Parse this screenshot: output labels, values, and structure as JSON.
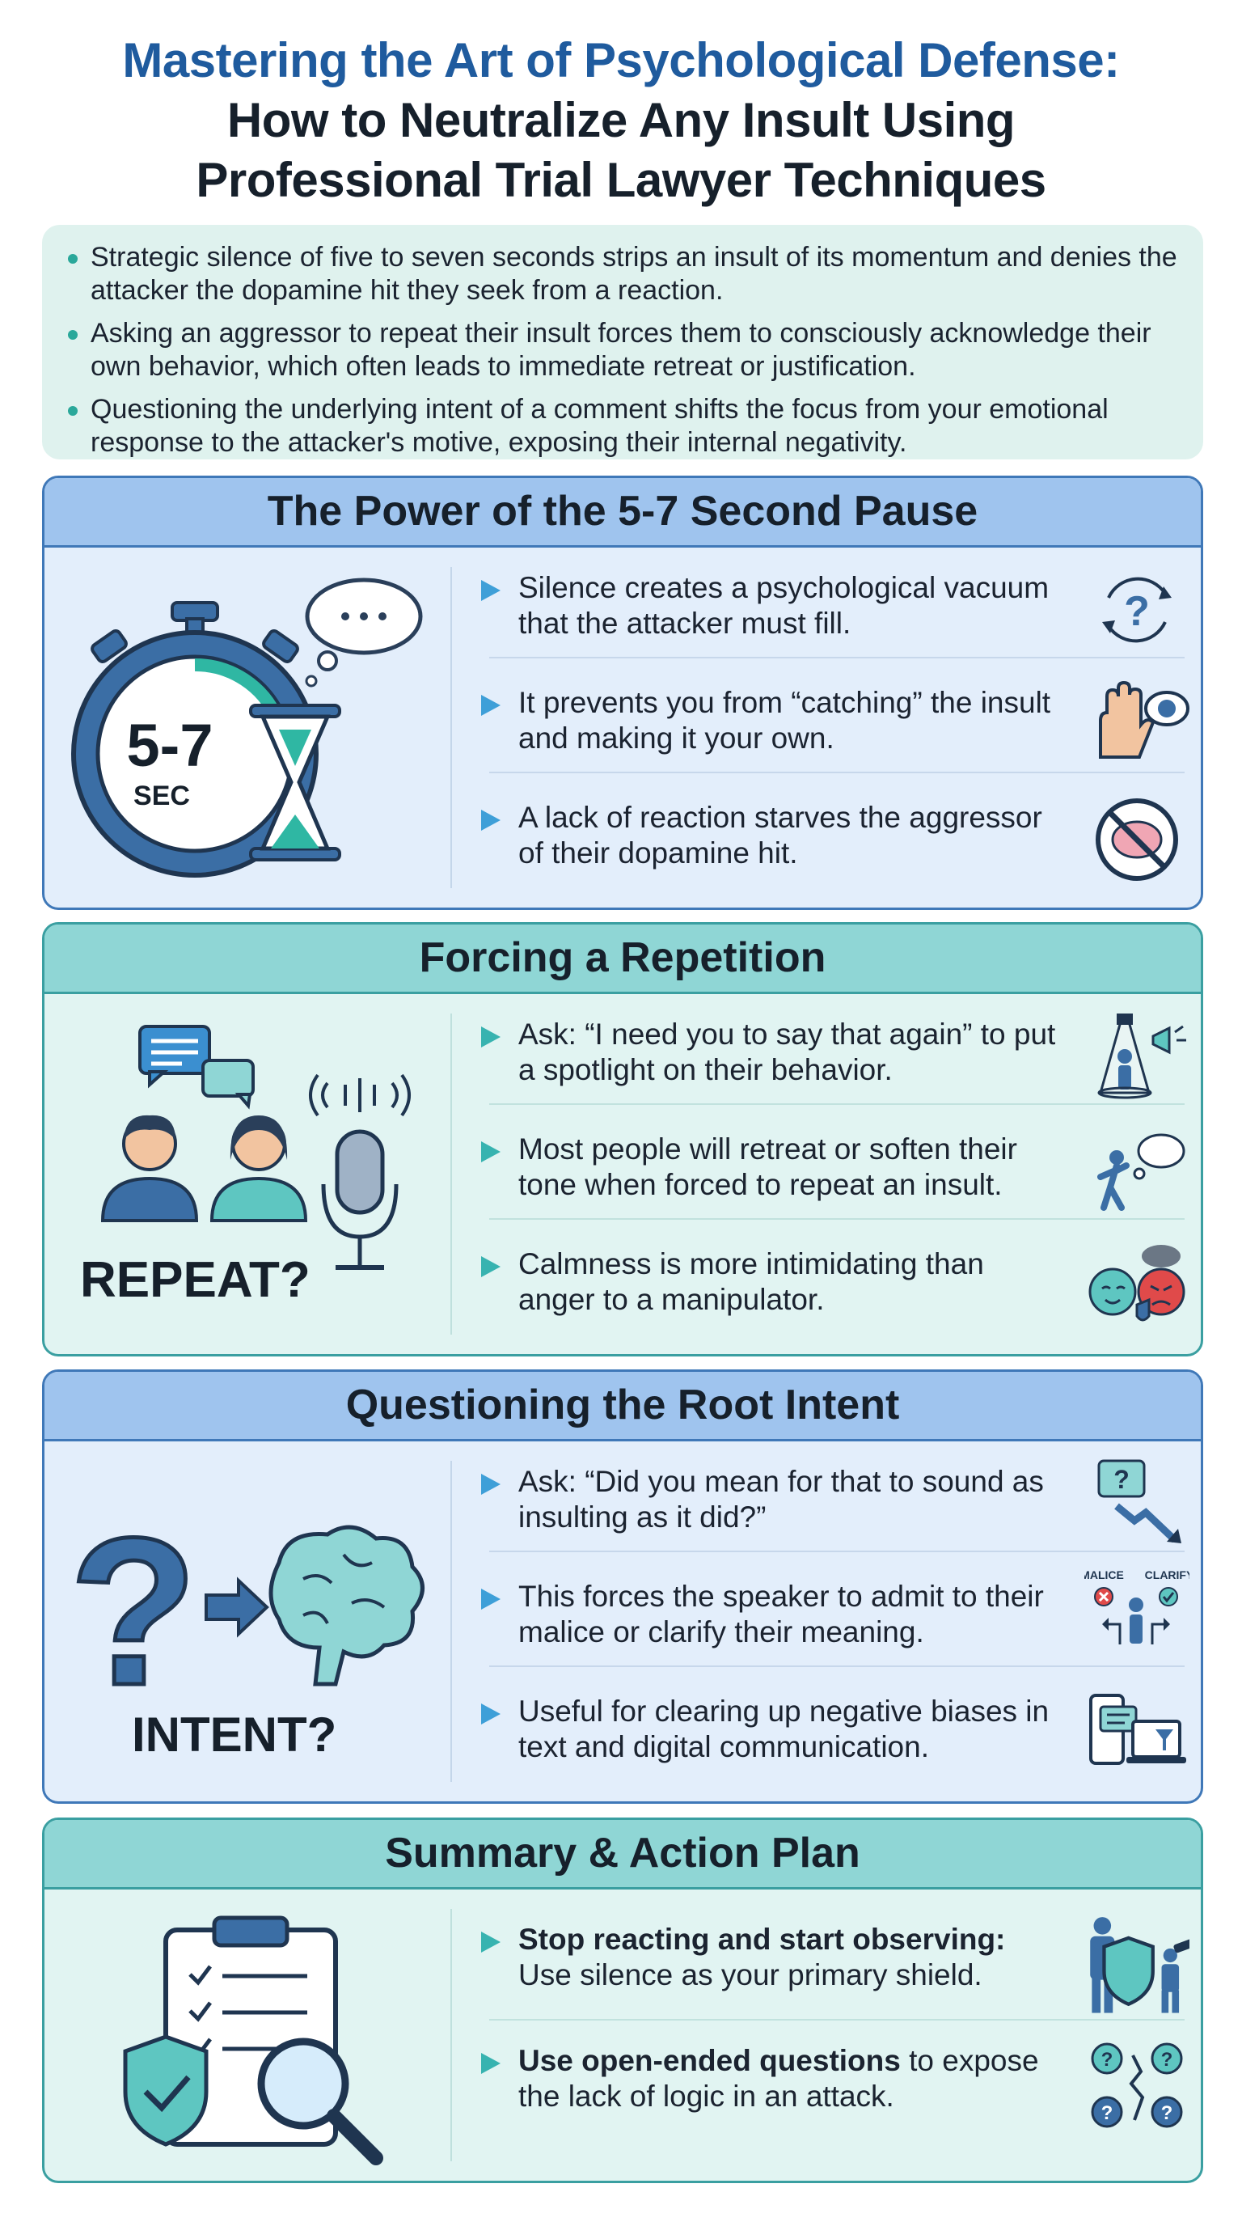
{
  "title": {
    "line1": "Mastering the Art of Psychological Defense:",
    "line2": "How to Neutralize Any Insult Using",
    "line3": "Professional Trial Lawyer Techniques"
  },
  "summary": {
    "bullets": [
      "Strategic silence of five to seven seconds strips an insult of its momentum and denies the attacker the dopamine hit they seek from a reaction.",
      "Asking an aggressor to repeat their insult forces them to consciously acknowledge their own behavior, which often leads to immediate retreat or justification.",
      "Questioning the underlying intent of a comment shifts the focus from your emotional response to the attacker's motive, exposing their internal negativity."
    ]
  },
  "sections": [
    {
      "title": "The Power of the 5-7 Second Pause",
      "illustration_label": "5-7",
      "illustration_sublabel": "SEC",
      "points": [
        {
          "text": "Silence creates a psychological vacuum that the attacker must fill.",
          "icon": "question-cycle-icon"
        },
        {
          "text": "It prevents you from “catching” the insult and making it your own.",
          "icon": "stop-hand-icon"
        },
        {
          "text": "A lack of reaction starves the aggressor of their dopamine hit.",
          "icon": "no-brain-icon"
        }
      ]
    },
    {
      "title": "Forcing a Repetition",
      "illustration_label": "REPEAT?",
      "points": [
        {
          "text": "Ask: “I need you to say that again” to put a spotlight on their behavior.",
          "icon": "spotlight-icon"
        },
        {
          "text": "Most people will retreat or soften their tone when forced to repeat an insult.",
          "icon": "retreat-icon"
        },
        {
          "text": "Calmness is more intimidating than anger to a manipulator.",
          "icon": "calm-vs-angry-icon"
        }
      ]
    },
    {
      "title": "Questioning the Root Intent",
      "illustration_label": "INTENT?",
      "points": [
        {
          "text": "Ask: “Did you mean for that to sound as insulting as it did?”",
          "icon": "question-arrow-icon"
        },
        {
          "text": "This forces the speaker to admit to their malice or clarify their meaning.",
          "icon": "malice-clarify-icon",
          "icon_labels": [
            "MALICE",
            "CLARIFY"
          ]
        },
        {
          "text": "Useful for clearing up negative biases in text and digital communication.",
          "icon": "devices-icon"
        }
      ]
    },
    {
      "title": "Summary & Action Plan",
      "points": [
        {
          "bold": "Stop reacting and start observing:",
          "text": "Use silence as your primary shield.",
          "icon": "shield-observer-icon"
        },
        {
          "bold": "Use open-ended questions",
          "text": "to expose the lack of logic in an attack.",
          "icon": "broken-questions-icon"
        }
      ]
    }
  ],
  "colors": {
    "title_blue": "#1f5b9e",
    "section_blue_header": "#9fc4ee",
    "section_teal_header": "#8fd6d5",
    "accent_teal": "#2aa89a",
    "accent_blue": "#3e9fd8"
  }
}
